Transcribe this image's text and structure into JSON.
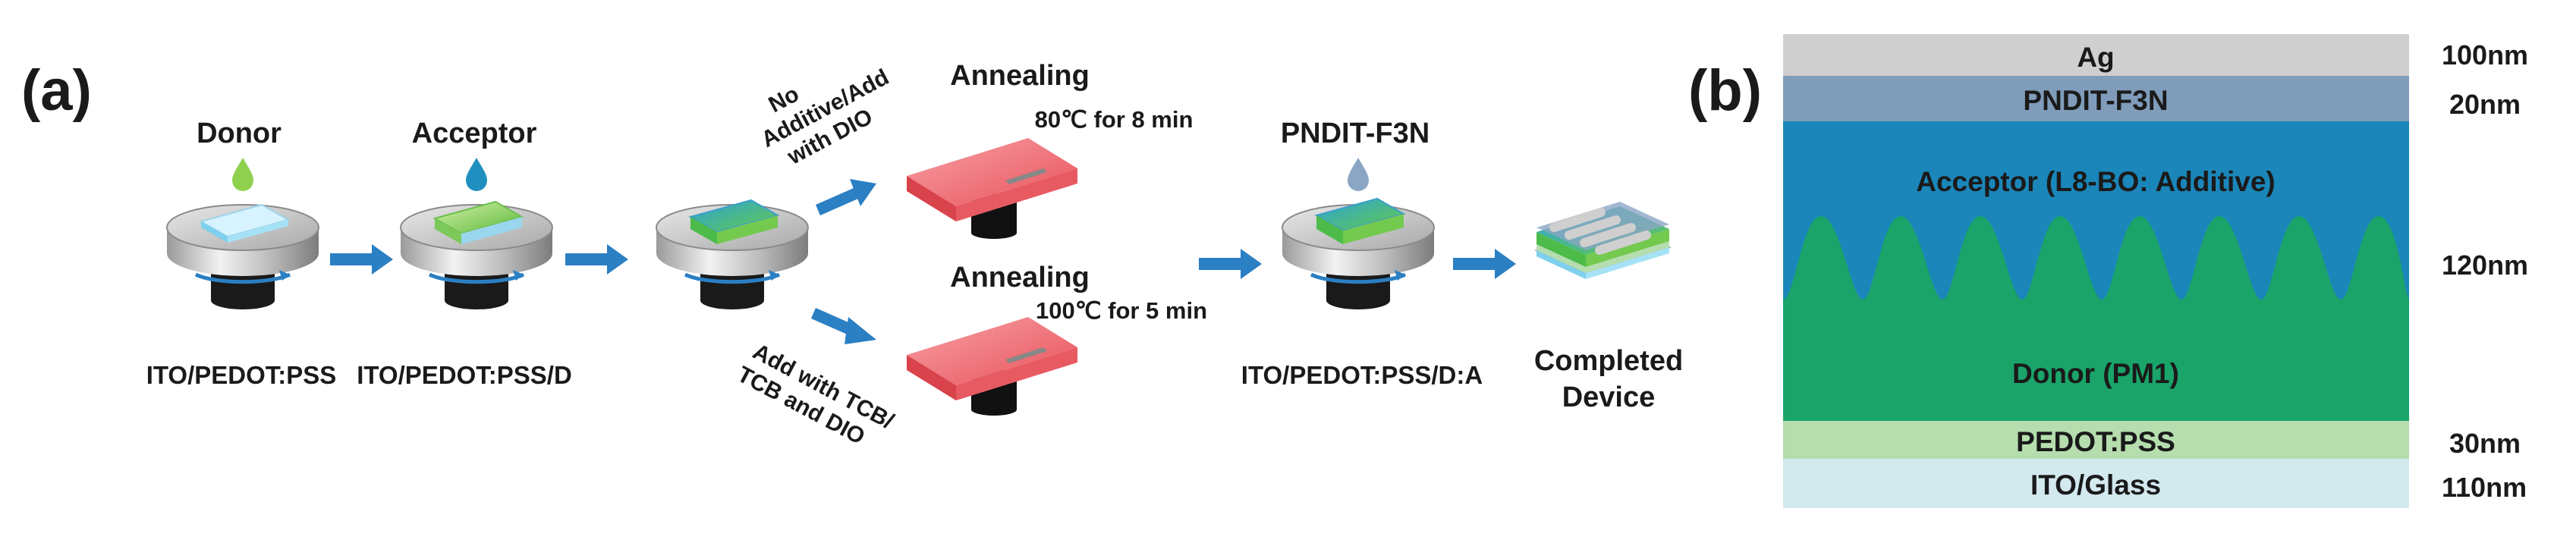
{
  "panel_a": {
    "label": "(a)",
    "steps": [
      {
        "title": "Donor",
        "caption": "ITO/PEDOT:PSS"
      },
      {
        "title": "Acceptor",
        "caption": "ITO/PEDOT:PSS/D"
      },
      {
        "title": "",
        "caption": ""
      }
    ],
    "branch_top_text": [
      "No",
      "Additive/Add",
      "with DIO"
    ],
    "branch_bottom_text": [
      "Add with TCB/",
      "TCB and DIO"
    ],
    "anneal_top": {
      "title": "Annealing",
      "condition": "80℃ for 8 min"
    },
    "anneal_bottom": {
      "title": "Annealing",
      "condition": "100℃ for 5 min"
    },
    "final_step": {
      "title": "PNDIT-F3N",
      "caption": "ITO/PEDOT:PSS/D:A"
    },
    "completed": {
      "line1": "Completed",
      "line2": "Device"
    },
    "colors": {
      "donor_drop": "#8fd14f",
      "acceptor_drop": "#1f8fbf",
      "pndit_drop": "#8aa6c4",
      "arrow": "#2b7fc3",
      "annealing_plate": "#f26d74"
    }
  },
  "panel_b": {
    "label": "(b)",
    "layers": [
      {
        "name": "Ag",
        "thickness": "100nm",
        "color": "#cfcfcf"
      },
      {
        "name": "PNDIT-F3N",
        "thickness": "20nm",
        "color": "#7f9cba"
      },
      {
        "name": "Acceptor (L8-BO: Additive)",
        "thickness": "120nm",
        "color": "#1b86b9"
      },
      {
        "name": "Donor (PM1)",
        "thickness": "",
        "color": "#1aa46a"
      },
      {
        "name": "PEDOT:PSS",
        "thickness": "30nm",
        "color": "#b5ddae"
      },
      {
        "name": "ITO/Glass",
        "thickness": "110nm",
        "color": "#d2e9ee"
      }
    ]
  }
}
